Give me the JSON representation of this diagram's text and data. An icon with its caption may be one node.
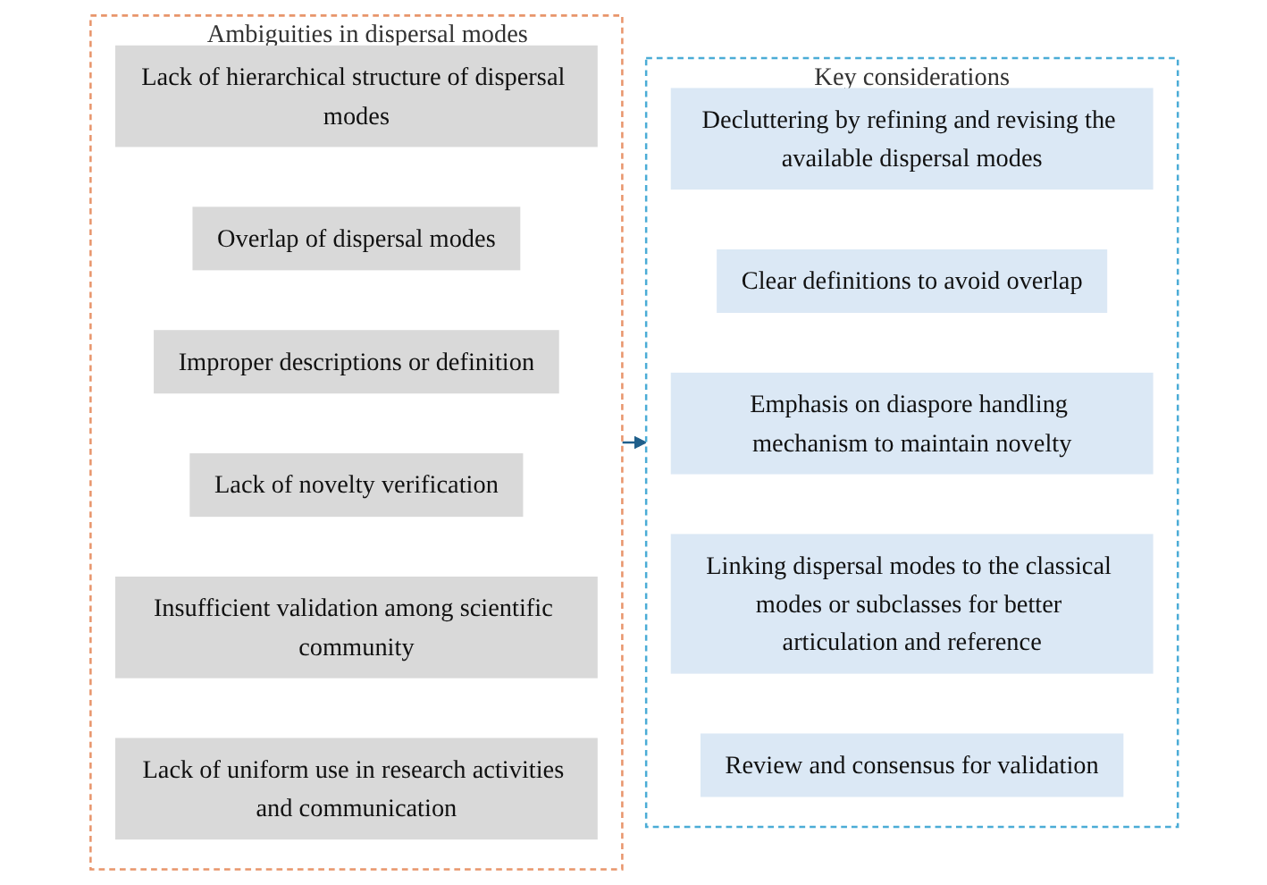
{
  "diagram": {
    "nodes": [
      {
        "text": [
          "Ambiguities in dispersal modes"
        ]
      },
      {
        "text": [
          "Lack of hierarchical structure of dispersal modes"
        ],
        "in": 0
      },
      {
        "text": [
          "Overlap of dispersal modes"
        ],
        "in": 0
      },
      {
        "text": [
          "Improper descriptions or definition"
        ],
        "in": 0
      },
      {
        "text": [
          "Lack of novelty verification"
        ],
        "in": 0
      },
      {
        "text": [
          "Insufficient validation among scientific community"
        ],
        "in": 0
      },
      {
        "text": [
          "Lack of uniform use in research activities and communication"
        ],
        "in": 0
      },
      {
        "text": [
          "Key considerations"
        ]
      },
      {
        "text": [
          "Decluttering by refining and revising the available dispersal modes"
        ],
        "in": 7
      },
      {
        "text": [
          "Clear definitions to avoid overlap"
        ],
        "in": 7
      },
      {
        "text": [
          "Emphasis on diaspore handling mechanism to maintain novelty"
        ],
        "in": 7
      },
      {
        "text": [
          "Linking dispersal modes to the classical modes or subclasses for better articulation and reference"
        ],
        "in": 7
      },
      {
        "text": [
          "Review and consensus for validation"
        ],
        "in": 7
      }
    ],
    "edges": [
      {
        "from": 0,
        "to": 7,
        "arrow": "to"
      }
    ]
  }
}
